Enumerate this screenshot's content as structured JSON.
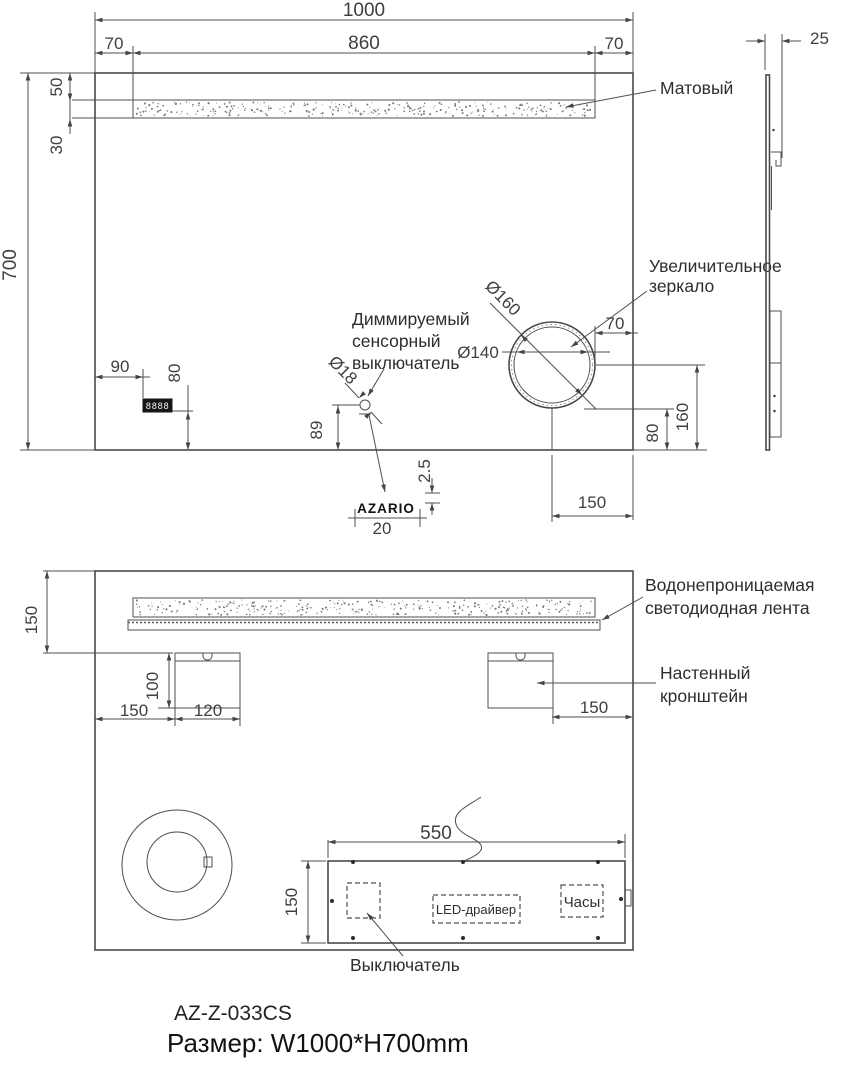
{
  "front_view": {
    "dims": {
      "total_width": "1000",
      "led_left_offset": "70",
      "led_width": "860",
      "led_right_offset": "70",
      "led_top_offset": "50",
      "led_height": "30",
      "total_height": "700",
      "clock_left_offset": "90",
      "clock_bottom_offset": "80",
      "switch_diameter": "Ø18",
      "switch_bottom_offset": "89",
      "logo_thickness": "2.5",
      "logo_width": "20",
      "magnifier_outer_diameter": "Ø160",
      "magnifier_inner_diameter": "Ø140",
      "magnifier_right_offset": "70",
      "magnifier_center_bottom_offset": "160",
      "magnifier_edge_bottom_offset": "80",
      "magnifier_center_right_offset": "150"
    },
    "labels": {
      "frosted": "Матовый",
      "magnifier_line1": "Увеличительное",
      "magnifier_line2": "зеркало",
      "switch_line1": "Диммируемый",
      "switch_line2": "сенсорный",
      "switch_line3": "выключатель",
      "logo": "AZARIO",
      "clock_digits": "8888"
    }
  },
  "side_view": {
    "dims": {
      "depth": "25"
    }
  },
  "back_view": {
    "dims": {
      "led_top_offset": "150",
      "bracket_height": "100",
      "bracket_left_offset": "150",
      "bracket_width": "120",
      "bracket_right_offset": "150",
      "junction_box_width": "550",
      "junction_box_height": "150"
    },
    "labels": {
      "led_line1": "Водонепроницаемая",
      "led_line2": "светодиодная лента",
      "bracket_line1": "Настенный",
      "bracket_line2": "кронштейн",
      "led_driver": "LED-драйвер",
      "clock": "Часы",
      "switch": "Выключатель"
    }
  },
  "footer": {
    "model": "AZ-Z-033CS",
    "size": "Размер: W1000*H700mm"
  }
}
